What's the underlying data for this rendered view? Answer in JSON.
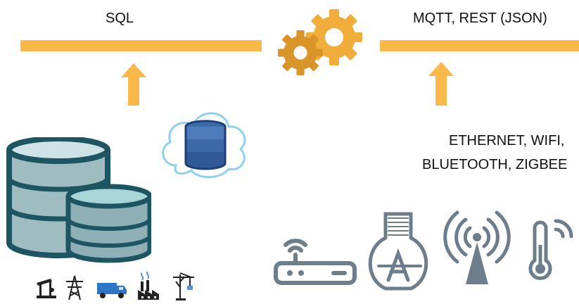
{
  "labels": {
    "sql": "SQL",
    "protocols": "MQTT, REST (JSON)",
    "network_line1": "ETHERNET, WIFI,",
    "network_line2": "BLUETOOTH, ZIGBEE"
  },
  "colors": {
    "bus": "#f9b94a",
    "gear_dark": "#d9952a",
    "gear_light": "#f1ad3a",
    "db_dark": "#1d5563",
    "db_mid": "#8fb0b6",
    "db_light": "#cfe2e6",
    "db2_light": "#a8d5d8",
    "cloud_outline": "#8fd0ee",
    "cloud_db": "#1d3f78",
    "device_gray": "#6e7d8c",
    "truck_blue": "#2e74c7"
  },
  "icons": [
    "gears-icon",
    "arrow-up-icon",
    "cloud-database-icon",
    "database-stack-icon",
    "oil-pump-icon",
    "power-tower-icon",
    "truck-icon",
    "factory-icon",
    "crane-icon",
    "router-icon",
    "smart-bulb-icon",
    "wireless-tower-icon",
    "thermometer-icon"
  ]
}
